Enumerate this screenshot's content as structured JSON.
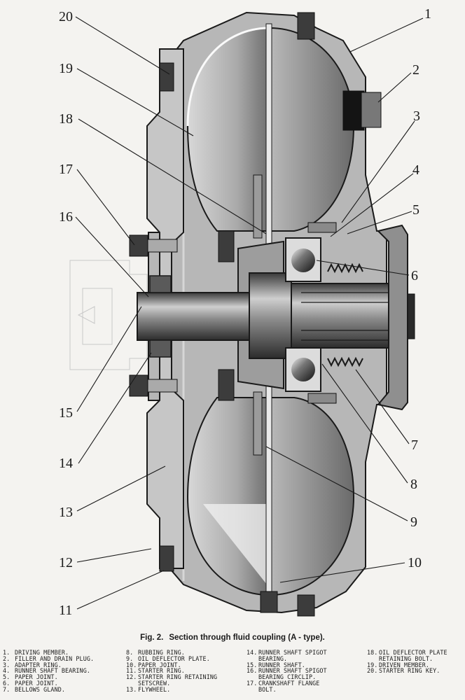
{
  "figure": {
    "fig_label": "Fig. 2.",
    "title": "Section through fluid coupling (A - type)."
  },
  "callout_numbers": [
    "1",
    "2",
    "3",
    "4",
    "5",
    "6",
    "7",
    "8",
    "9",
    "10",
    "11",
    "12",
    "13",
    "14",
    "15",
    "16",
    "17",
    "18",
    "19",
    "20"
  ],
  "legend": [
    [
      {
        "num": "1.",
        "text": "Driving member."
      },
      {
        "num": "2.",
        "text": "Filler and drain plug."
      },
      {
        "num": "3.",
        "text": "Adapter ring."
      },
      {
        "num": "4.",
        "text": "Runner shaft bearing."
      },
      {
        "num": "5.",
        "text": "Paper joint."
      },
      {
        "num": "6.",
        "text": "Paper joint."
      },
      {
        "num": "7.",
        "text": "Bellows gland."
      }
    ],
    [
      {
        "num": "8.",
        "text": "Rubbing ring."
      },
      {
        "num": "9.",
        "text": "Oil deflector plate."
      },
      {
        "num": "10.",
        "text": "Paper joint."
      },
      {
        "num": "11.",
        "text": "Starter ring."
      },
      {
        "num": "12.",
        "text": "Starter ring retaining"
      },
      {
        "num": "",
        "text": "setscrew."
      },
      {
        "num": "13.",
        "text": "Flywheel."
      }
    ],
    [
      {
        "num": "14.",
        "text": "Runner shaft spigot"
      },
      {
        "num": "",
        "text": "bearing."
      },
      {
        "num": "15.",
        "text": "Runner shaft."
      },
      {
        "num": "16.",
        "text": "Runner shaft spigot"
      },
      {
        "num": "",
        "text": "bearing circlip."
      },
      {
        "num": "17.",
        "text": "Crankshaft flange"
      },
      {
        "num": "",
        "text": "bolt."
      }
    ],
    [
      {
        "num": "18.",
        "text": "Oil deflector plate"
      },
      {
        "num": "",
        "text": "retaining bolt."
      },
      {
        "num": "19.",
        "text": "Driven member."
      },
      {
        "num": "20.",
        "text": "Starter ring key."
      }
    ]
  ]
}
